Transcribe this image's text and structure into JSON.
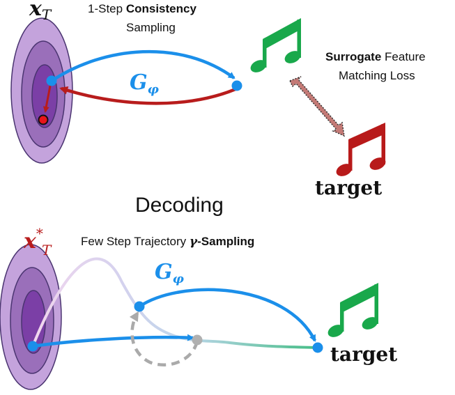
{
  "top": {
    "latent_symbol": "x",
    "latent_subscript": "T",
    "caption_prefix": "1-Step ",
    "caption_bold": "Consistency",
    "caption_line2": "Sampling",
    "generator_symbol": "G",
    "generator_subscript": "φ",
    "loss_bold": "Surrogate",
    "loss_rest": " Feature",
    "loss_line2": "Matching Loss",
    "target_label": "target"
  },
  "middle": {
    "section_title": "Decoding"
  },
  "bottom": {
    "latent_symbol": "x",
    "latent_superscript": "*",
    "latent_subscript": "T",
    "caption_prefix": "Few Step Trajectory ",
    "caption_gamma": "γ",
    "caption_bold": "-Sampling",
    "generator_symbol": "G",
    "generator_subscript": "φ",
    "target_label": "target"
  },
  "colors": {
    "ellipse_outer": "#c4a3dc",
    "ellipse_mid": "#9a6fba",
    "ellipse_inner": "#7b3fa6",
    "ellipse_stroke": "#4a3470",
    "blue": "#1b8fea",
    "dark_red": "#b81c1c",
    "green": "#19a84b",
    "target_note_red": "#b81a1a",
    "gray": "#aaaaaa",
    "loss_arrow": "#c47a76"
  },
  "icons": {
    "top_note": "music-note-icon",
    "target_note": "music-note-icon",
    "bottom_note": "music-note-icon"
  }
}
